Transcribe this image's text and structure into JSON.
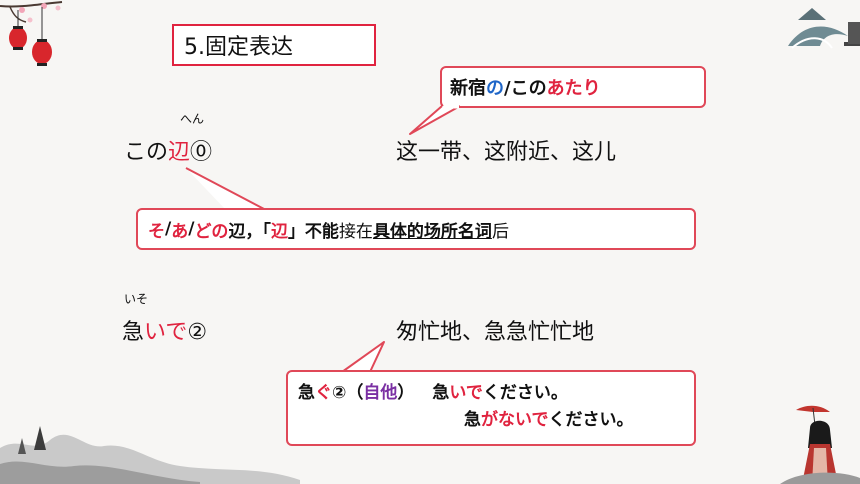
{
  "title": "5.固定表达",
  "callout_top": {
    "part1": "新宿",
    "part2": "の",
    "part3": "/この",
    "part4": "あたり"
  },
  "row1": {
    "ruby": "へん",
    "word_prefix": "この",
    "word_kanji": "辺",
    "accent": "⓪",
    "meaning": "这一带、这附近、这儿"
  },
  "callout_mid": {
    "p1": "そ",
    "p2": "/",
    "p3": "あ",
    "p4": "/",
    "p5": "どの",
    "p6": "辺，「",
    "p7": "辺",
    "p8": "」不能",
    "p9": "接在",
    "p10": "具体的场所名词",
    "p11": "后"
  },
  "row2": {
    "ruby": "いそ",
    "word_kanji": "急",
    "word_kana": "いで",
    "accent": "②",
    "meaning": "匆忙地、急急忙忙地"
  },
  "callout_bottom": {
    "line1_a": "急",
    "line1_b": "ぐ",
    "line1_c": "②（",
    "line1_d": "自他",
    "line1_e": "）",
    "line1_f": "急",
    "line1_g": "いで",
    "line1_h": "ください。",
    "line2_a": "急",
    "line2_b": "がないで",
    "line2_c": "ください。"
  },
  "colors": {
    "accent_red": "#e0233f",
    "accent_blue": "#1f66c8",
    "accent_purple": "#7a2fa3"
  },
  "decor": {
    "top_left": "lantern-blossom-decoration",
    "top_right": "wave-mountain-decoration",
    "bottom_left": "ink-mountain-decoration",
    "bottom_right": "girl-with-umbrella-illustration"
  }
}
